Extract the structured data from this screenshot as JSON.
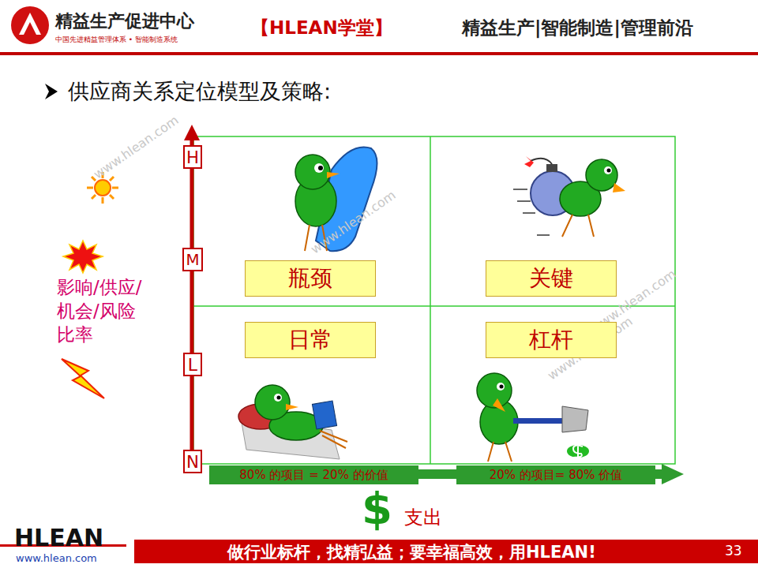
{
  "diagram": {
    "title": "供应商关系定位模型及策略:",
    "nodes": [
      {
        "text": [
          "H"
        ]
      },
      {
        "text": [
          "M"
        ]
      },
      {
        "text": [
          "L"
        ]
      },
      {
        "text": [
          "N"
        ]
      },
      {
        "text": [
          "瓶颈"
        ]
      },
      {
        "text": [
          "关键"
        ]
      },
      {
        "text": [
          "日常"
        ]
      },
      {
        "text": [
          "杠杆"
        ]
      },
      {
        "text": [
          "80% 的项目 = 20% 的价值"
        ]
      },
      {
        "text": [
          "20% 的项目= 80% 价值"
        ]
      }
    ],
    "labels": [
      "精益生产促进中心",
      "中国先进精益管理体系 • 智能制造系统",
      "【HLEAN学堂】",
      "精益生产|智能制造|管理前沿",
      "影响/供应/机会/风险比率",
      "$",
      "支出",
      "HLEAN",
      "www.hlean.com",
      "做行业标杆，找精弘益；要幸福高效，用HLEAN!",
      "33",
      "www.hlean.com",
      "www.hlean.com",
      "www.hlean.com",
      "www.hlean.com"
    ]
  }
}
